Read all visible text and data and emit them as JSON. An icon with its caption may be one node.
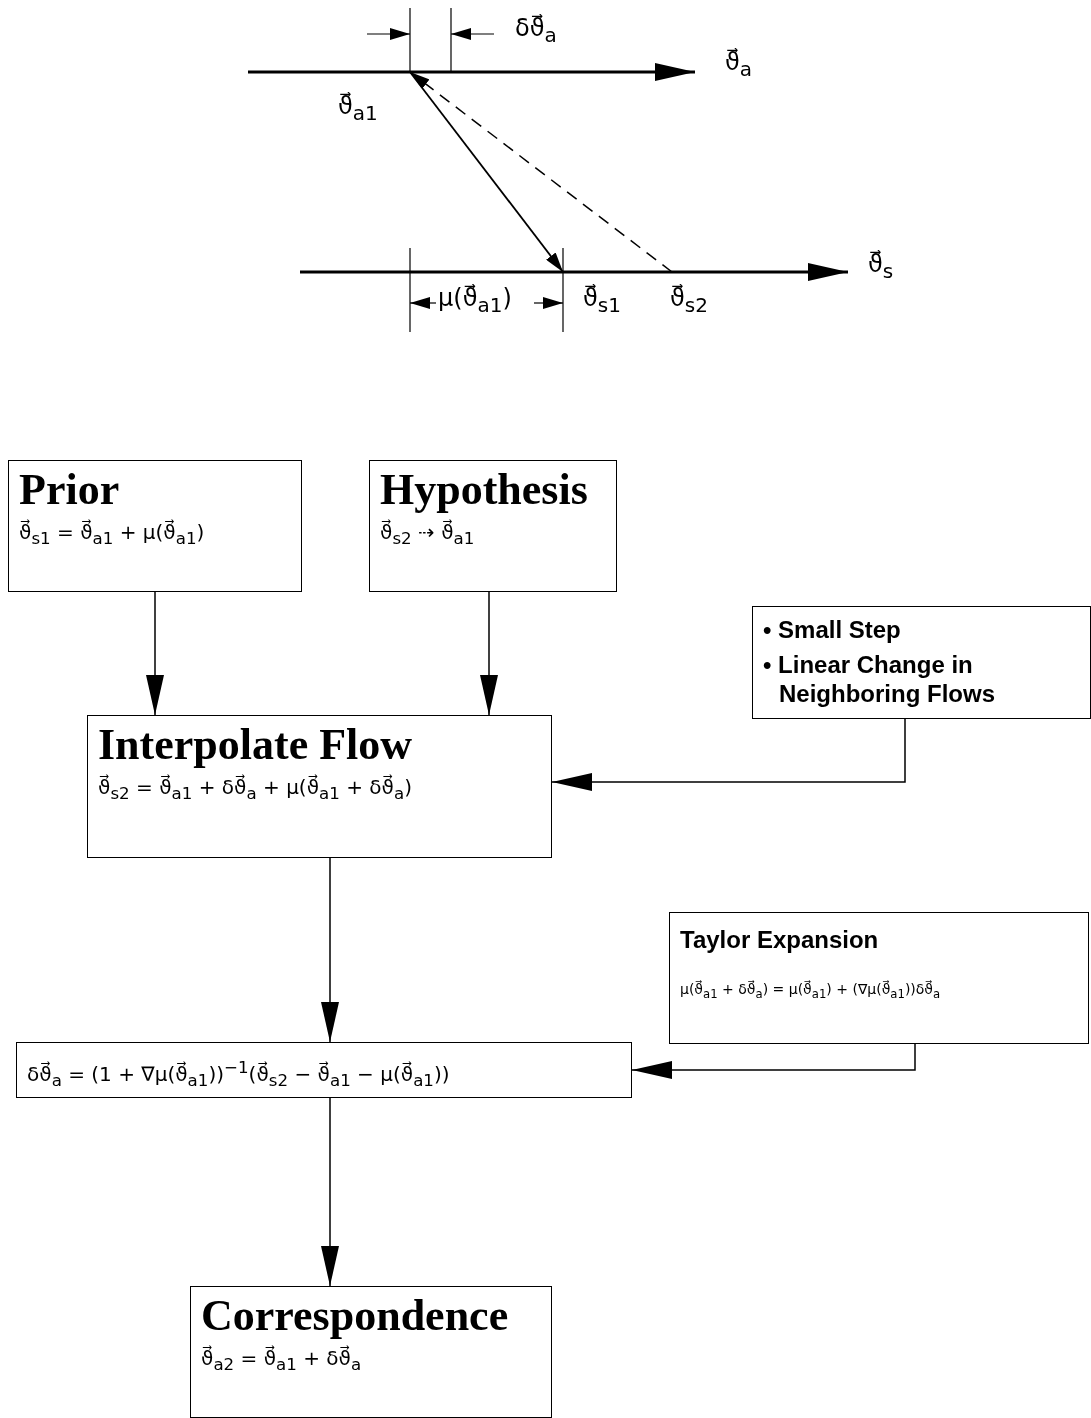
{
  "diagram": {
    "nodes": [
      {
        "text": [
          "Prior",
          "ϑ⃗$_{s1}$ = ϑ⃗$_{a1}$ + μ(ϑ⃗$_{a1}$)"
        ]
      },
      {
        "text": [
          "Hypothesis",
          "ϑ⃗$_{s2}$ ⇢ ϑ⃗$_{a1}$"
        ]
      },
      {
        "text": [
          "• Small Step",
          "• Linear Change in Neighboring Flows"
        ]
      },
      {
        "text": [
          "Interpolate Flow",
          "ϑ⃗$_{s2}$ = ϑ⃗$_{a1}$ + δϑ⃗$_{a}$ + μ(ϑ⃗$_{a1}$ + δϑ⃗$_{a}$)"
        ]
      },
      {
        "text": [
          "Taylor Expansion",
          "μ(ϑ⃗$_{a1}$ + δϑ⃗$_{a}$) = μ(ϑ⃗$_{a1}$) + (∇μ(ϑ⃗$_{a1}$))δϑ⃗$_{a}$"
        ]
      },
      {
        "text": [
          "δϑ⃗$_{a}$ = (1 + ∇μ(ϑ⃗$_{a1}$))$^{−1}$(ϑ⃗$_{s2}$ − ϑ⃗$_{a1}$ − μ(ϑ⃗$_{a1}$))"
        ]
      },
      {
        "text": [
          "Correspondence",
          "ϑ⃗$_{a2}$ = ϑ⃗$_{a1}$ + δϑ⃗$_{a}$"
        ]
      }
    ],
    "edges": [
      {
        "from": 0,
        "to": 3,
        "arrow": "to"
      },
      {
        "from": 1,
        "to": 3,
        "arrow": "to"
      },
      {
        "from": 2,
        "to": 3,
        "arrow": "to"
      },
      {
        "from": 3,
        "to": 5,
        "arrow": "to"
      },
      {
        "from": 4,
        "to": 5,
        "arrow": "to"
      },
      {
        "from": 5,
        "to": 6,
        "arrow": "to"
      }
    ],
    "labels": [
      "δϑ⃗$_{a}$",
      "ϑ⃗$_{a}$",
      "ϑ⃗$_{a1}$",
      "ϑ⃗$_{s}$",
      "μ(ϑ⃗$_{a1}$)",
      "ϑ⃗$_{s1}$",
      "ϑ⃗$_{s2}$"
    ]
  }
}
